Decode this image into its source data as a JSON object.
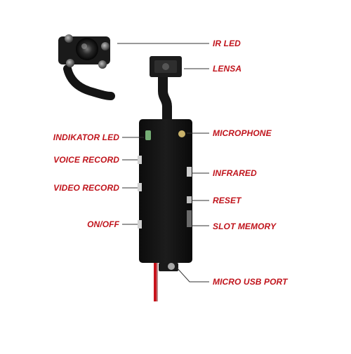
{
  "colors": {
    "label_text": "#c0141c",
    "leader_line": "#333333",
    "device_body": "#141414",
    "cable_red": "#c8141c",
    "background": "#ffffff"
  },
  "labels": {
    "ir_led": "IR LED",
    "lensa": "LENSA",
    "microphone": "MICROPHONE",
    "indikator_led": "INDIKATOR LED",
    "voice_record": "VOICE RECORD",
    "video_record": "VIDEO RECORD",
    "infrared": "INFRARED",
    "reset": "RESET",
    "on_off": "ON/OFF",
    "slot_memory": "SLOT MEMORY",
    "micro_usb_port": "MICRO USB PORT"
  }
}
